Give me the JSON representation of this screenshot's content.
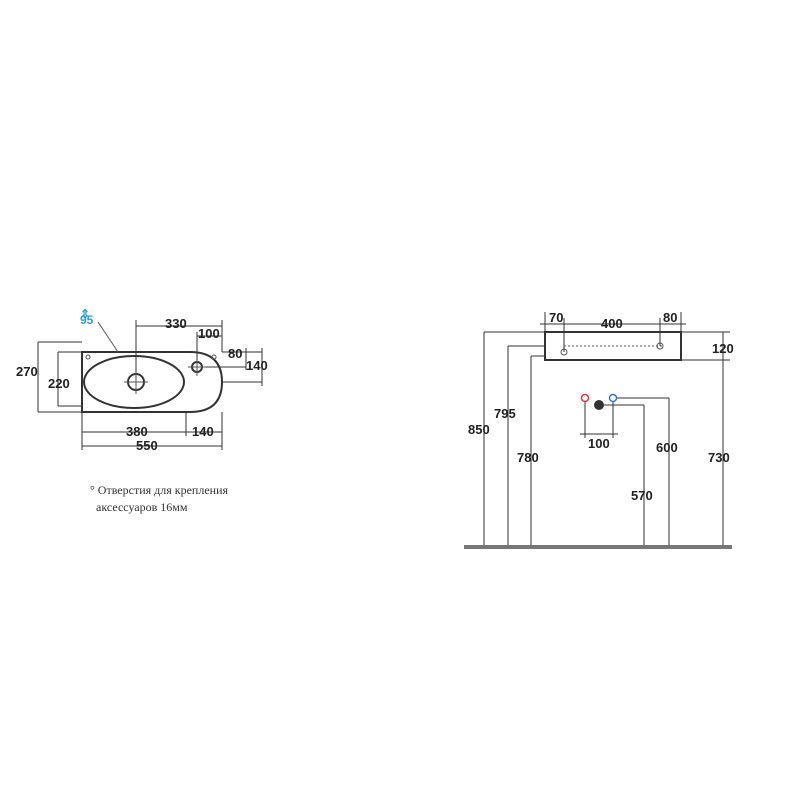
{
  "top_view": {
    "hole_marker": "95",
    "width_top": "330",
    "offset_right": "100",
    "dim_80": "80",
    "depth_140": "140",
    "height_270": "270",
    "height_220": "220",
    "bowl_380": "380",
    "right_140": "140",
    "total_550": "550"
  },
  "note": {
    "line1": "° Отверстия для крепления",
    "line2": "аксессуаров 16мм"
  },
  "side_view": {
    "left_70": "70",
    "center_400": "400",
    "right_80": "80",
    "thickness_120": "120",
    "h_850": "850",
    "h_795": "795",
    "h_780": "780",
    "pipe_spacing_100": "100",
    "h_600": "600",
    "h_570": "570",
    "h_730": "730"
  },
  "colors": {
    "hot": "#e2383c",
    "cold": "#2a73d6",
    "accent_blue": "#2a9fd6"
  }
}
